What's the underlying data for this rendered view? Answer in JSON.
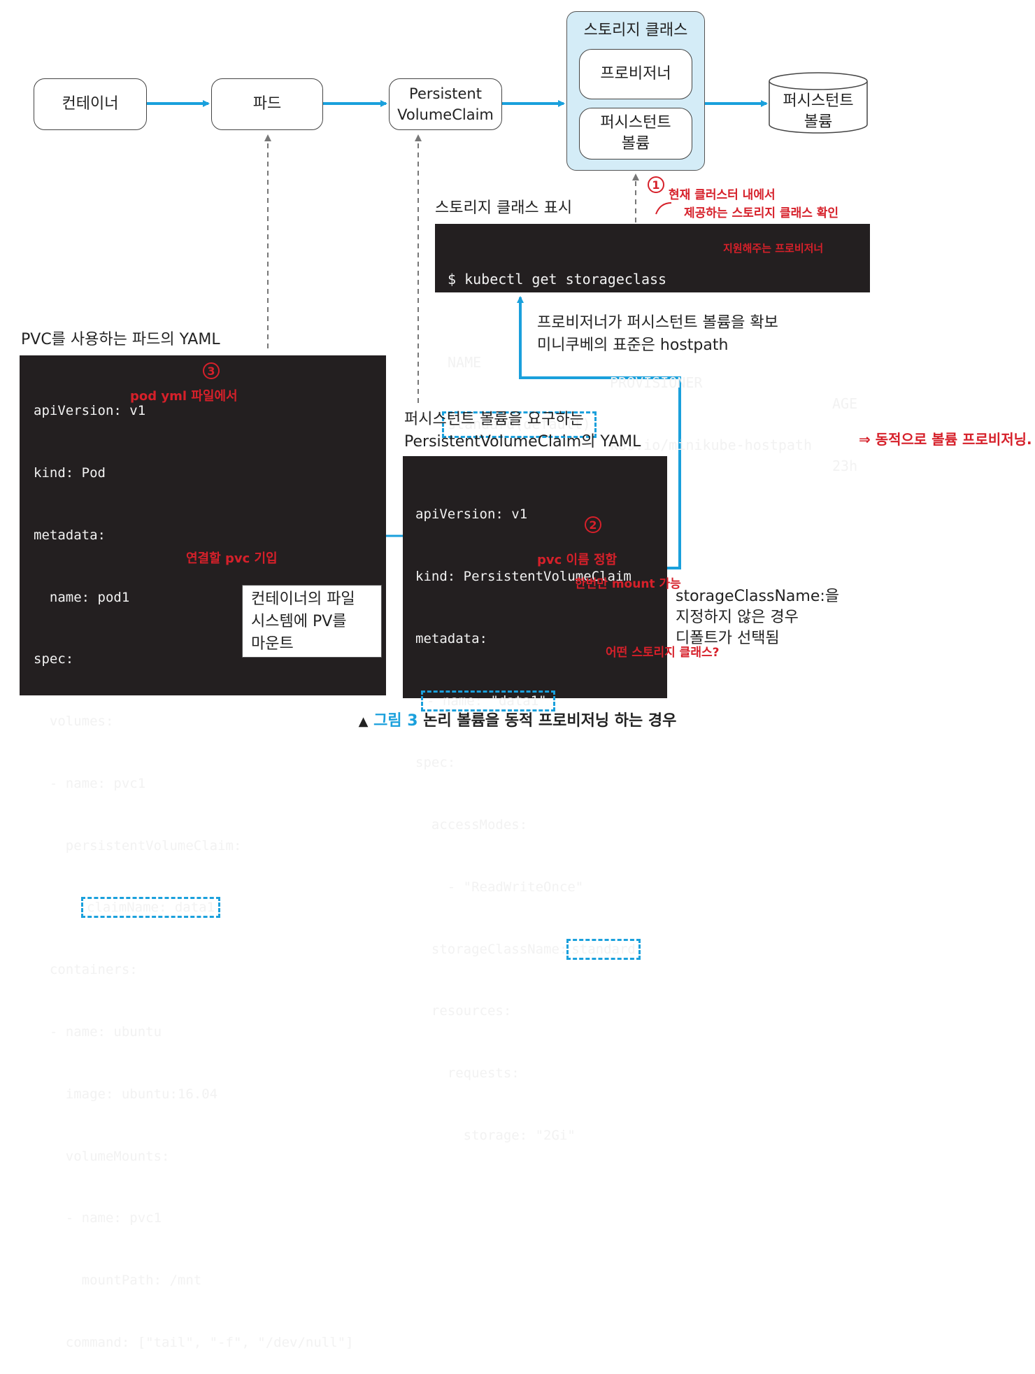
{
  "nodes": {
    "container": "컨테이너",
    "pod": "파드",
    "pvc_line1": "Persistent",
    "pvc_line2": "VolumeClaim",
    "storage_class_title": "스토리지 클래스",
    "provisioner": "프로비저너",
    "pv_in_class_line1": "퍼시스턴트",
    "pv_in_class_line2": "볼륨",
    "pv_cylinder_line1": "퍼시스턴트",
    "pv_cylinder_line2": "볼륨"
  },
  "labels": {
    "storage_class_display": "스토리지 클래스 표시",
    "pod_yaml_title": "PVC를 사용하는 파드의 YAML",
    "pvc_yaml_title_line1": "퍼시스턴트 볼륨을 요구하는",
    "pvc_yaml_title_line2": "PersistentVolumeClaim의 YAML",
    "provisioner_note_line1": "프로비저너가 퍼시스턴트 볼륨을 확보",
    "provisioner_note_line2": "미니쿠베의 표준은 hostpath",
    "default_note_line1": "storageClassName:을",
    "default_note_line2": "지정하지 않은 경우",
    "default_note_line3": "디폴트가 선택됨",
    "callout_line1": "컨테이너의 파일",
    "callout_line2": "시스템에 PV를",
    "callout_line3": "마운트"
  },
  "terminal": {
    "command": "$ kubectl get storageclass",
    "header_name": "NAME",
    "header_provisioner": "PROVISIONER",
    "header_age": "AGE",
    "row_name": "standard(default)",
    "row_provisioner": "k8s.io/minikube-hostpath",
    "row_age": "23h"
  },
  "pod_yaml": {
    "l1": "apiVersion: v1",
    "l2_key": "kind: ",
    "l2_val": "Pod",
    "l3": "metadata:",
    "l4": "  name: pod1",
    "l5": "spec:",
    "l6": "  volumes:",
    "l7": "  - name: pvc1",
    "l8": "    persistentVolumeClaim:",
    "l9": "claimName: data1",
    "l10": "  containers:",
    "l11": "  - name: ubuntu",
    "l12": "    image: ubuntu:16.04",
    "l13": "    volumeMounts:",
    "l14": "    - name: pvc1",
    "l15": "      mountPath: /mnt",
    "l16": "    command: [\"tail\", \"-f\", \"/dev/null\"]"
  },
  "pvc_yaml": {
    "l1": "apiVersion: v1",
    "l2": "kind: PersistentVolumeClaim",
    "l3": "metadata:",
    "l4": "- name: \"data1\"",
    "l5": "spec:",
    "l6": "  accessModes:",
    "l7_pre": "    - \"",
    "l7_val": "ReadWriteOnce",
    "l7_post": "\"",
    "l8_key": "  storageClassName:",
    "l8_val": "standard",
    "l9": "  resources:",
    "l10": "    requests:",
    "l11": "      storage: \"2Gi\""
  },
  "annotations": {
    "n1": "1",
    "n2": "2",
    "n3": "3",
    "a1_line1": "현재 클러스터 내에서",
    "a1_line2": "제공하는 스토리지 클래스 확인",
    "a_provisioner": "지원해주는 프로비저너",
    "a_pod": "pod yml 파일에서",
    "a_connect": "연결할 pvc 기입",
    "a_pvc_name": "pvc 이름 정함",
    "a_once": "한번만 mount 가능",
    "a_which": "어떤 스토리지 클래스?",
    "a_dynamic": "동적으로 볼륨 프로비저닝."
  },
  "caption": {
    "marker": "▲",
    "figure": "그림 3",
    "text": "논리 볼륨을 동적 프로비저닝 하는 경우"
  },
  "colors": {
    "accent_blue": "#1aa0dc",
    "annotation_red": "#d6202a",
    "code_bg": "#231f20",
    "storage_class_bg": "#d4ecf7"
  }
}
